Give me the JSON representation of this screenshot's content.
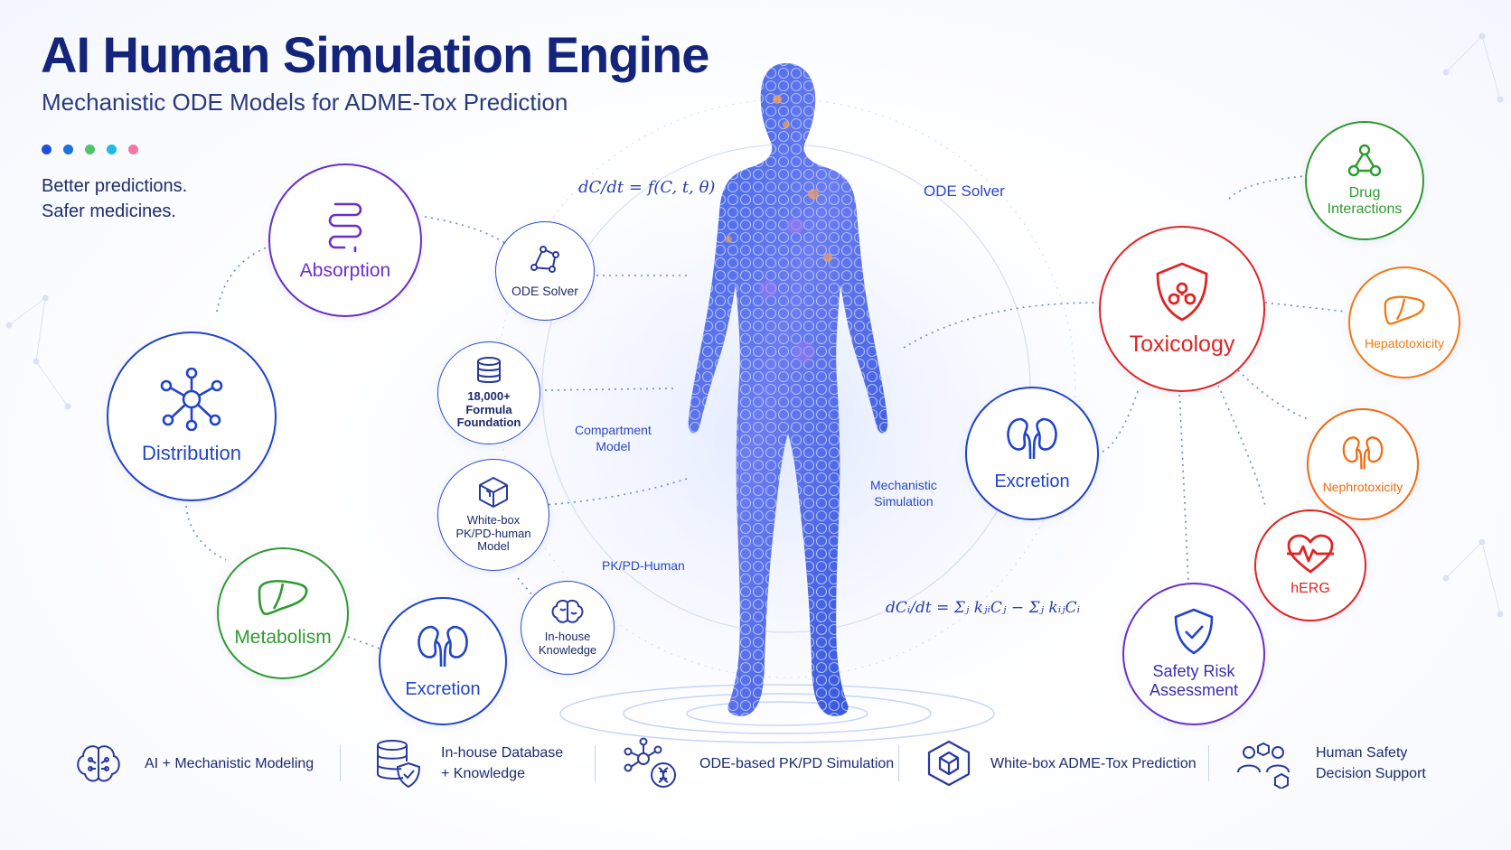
{
  "header": {
    "title": "AI Human Simulation Engine",
    "subtitle": "Mechanistic ODE Models for ADME-Tox Prediction",
    "tagline_line1": "Better predictions.",
    "tagline_line2": "Safer medicines.",
    "dot_colors": [
      "#1f4fd8",
      "#1e6fe0",
      "#4fc46a",
      "#22b8e0",
      "#f07aa6"
    ]
  },
  "adme": {
    "absorption": {
      "label": "Absorption",
      "icon": "intestine-icon",
      "color": "#6a2fc9"
    },
    "distribution": {
      "label": "Distribution",
      "icon": "network-icon",
      "color": "#2244c7"
    },
    "metabolism": {
      "label": "Metabolism",
      "icon": "liver-icon",
      "color": "#2f9a2f"
    },
    "excretion": {
      "label": "Excretion",
      "icon": "kidney-icon",
      "color": "#2244c7"
    }
  },
  "engine": {
    "ode_solver": {
      "label": "ODE Solver",
      "icon": "graph-nodes-icon"
    },
    "formula": {
      "line1": "18,000+",
      "line2": "Formula",
      "line3": "Foundation",
      "icon": "database-icon"
    },
    "whitebox": {
      "line1": "White-box",
      "line2": "PK/PD-human",
      "line3": "Model",
      "icon": "cube-icon"
    },
    "knowledge": {
      "line1": "In-house",
      "line2": "Knowledge",
      "icon": "brain-icon"
    }
  },
  "annotations": {
    "eq1": "dC/dt = f(C, t, θ)",
    "eq2": "dCᵢ/dt = Σⱼ kⱼᵢCⱼ − Σⱼ kᵢⱼCᵢ",
    "ode_solver": "ODE Solver",
    "compartment_1": "Compartment",
    "compartment_2": "Model",
    "pkpd": "PK/PD-Human",
    "mech_1": "Mechanistic",
    "mech_2": "Simulation"
  },
  "tox": {
    "excretion": {
      "label": "Excretion",
      "icon": "kidney-icon",
      "color": "#2244c7"
    },
    "toxicology": {
      "label": "Toxicology",
      "icon": "hazard-shield-icon",
      "color": "#e02424"
    },
    "drug_interactions": {
      "line1": "Drug",
      "line2": "Interactions",
      "icon": "molecule-icon",
      "color": "#2f9a2f"
    },
    "hepatotoxicity": {
      "label": "Hepatotoxicity",
      "icon": "liver-icon",
      "color": "#f07a12"
    },
    "nephrotoxicity": {
      "label": "Nephrotoxicity",
      "icon": "kidney-icon",
      "color": "#f06a12"
    },
    "herg": {
      "label": "hERG",
      "icon": "heart-pulse-icon",
      "color": "#e02424"
    },
    "safety": {
      "line1": "Safety Risk",
      "line2": "Assessment",
      "icon": "shield-check-icon",
      "color": "#6a2fc9"
    }
  },
  "footer": {
    "items": [
      {
        "line1": "AI + Mechanistic Modeling",
        "line2": "",
        "icon": "ai-brain-icon"
      },
      {
        "line1": "In-house Database",
        "line2": "+ Knowledge",
        "icon": "database-shield-icon"
      },
      {
        "line1": "ODE-based PK/PD Simulation",
        "line2": "",
        "icon": "molecule-dna-icon"
      },
      {
        "line1": "White-box ADME-Tox Prediction",
        "line2": "",
        "icon": "cube-icon"
      },
      {
        "line1": "Human Safety",
        "line2": "Decision Support",
        "icon": "people-network-icon"
      }
    ]
  }
}
